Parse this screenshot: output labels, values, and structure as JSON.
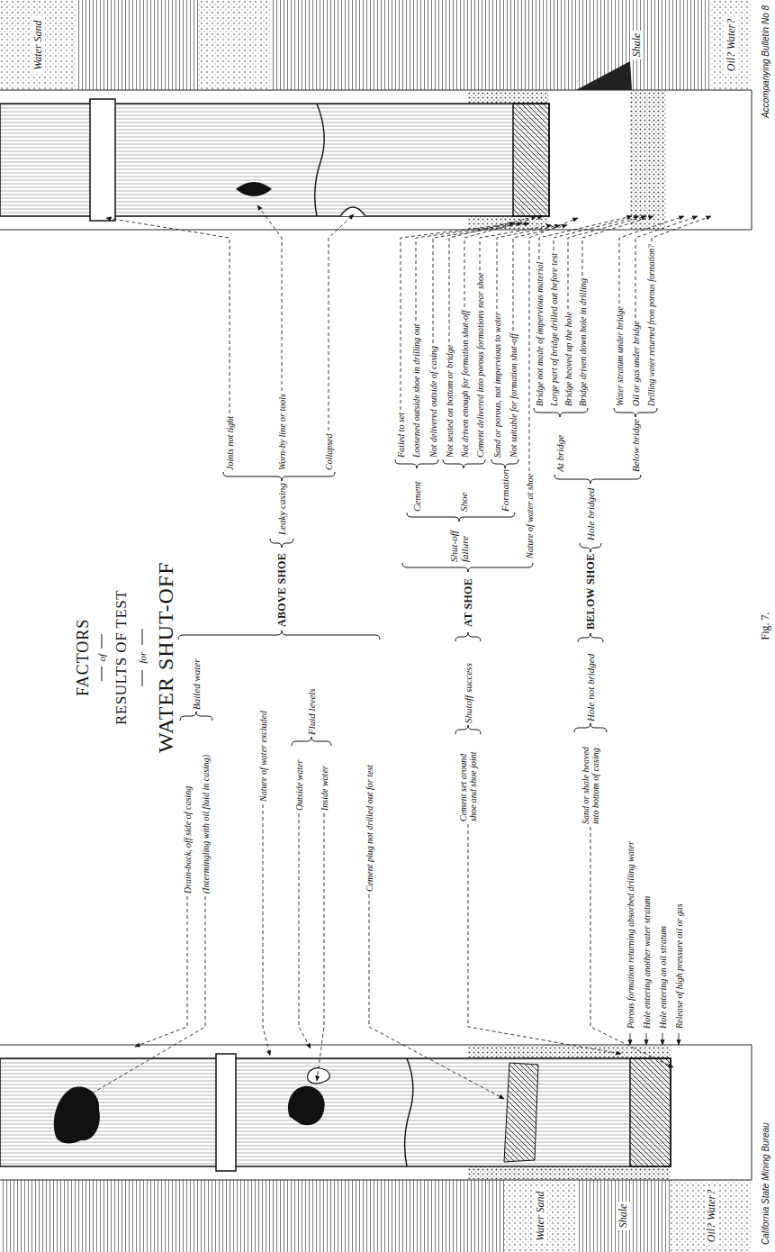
{
  "diagram": {
    "title": "FACTORS",
    "caption": "Fig. 7.",
    "nodes": [
      {
        "text": [
          "Water Sand"
        ]
      },
      {
        "text": [
          "Shale"
        ]
      },
      {
        "text": [
          "Oil? Water?"
        ]
      },
      {
        "text": [
          "Water Sand"
        ]
      },
      {
        "text": [
          "Shale"
        ]
      },
      {
        "text": [
          "Oil? Water?"
        ]
      }
    ],
    "labels": [
      "of",
      "RESULTS OF TEST",
      "for",
      "WATER SHUT-OFF",
      "Drain-back, off side of casing",
      "(Intermingling with oil fluid in casing)",
      "Bailed water",
      "Nature of water excluded",
      "Outside water",
      "Inside water",
      "Fluid levels",
      "Cement plug not drilled out for test",
      "ABOVE SHOE",
      "Leaky casing",
      "Joints not tight",
      "Worn-by line or tools",
      "Collapsed",
      "Cement set around shoe and shoe joint",
      "Shutoff success",
      "AT SHOE",
      "Shut-off failure",
      "Cement",
      "Shoe",
      "Formation",
      "Failed to set",
      "Loosened outside shoe in drilling out",
      "Not delivered outside of casing",
      "Not seated on bottom or bridge",
      "Not driven enough for formation shut-off",
      "Cement delivered into porous formations near shoe",
      "Sand or porous, not impervious to water",
      "Not suitable for formation shut-off",
      "Nature of water at shoe",
      "Sand or shale heaved into bottom of casing",
      "Hole not bridged",
      "BELOW SHOE",
      "Porous formation returning absorbed drilling water",
      "Hole entering another water stratum",
      "Hole entering an oil stratum",
      "Release of high pressure oil or gas",
      "Hole bridged",
      "At bridge",
      "Below bridge",
      "Bridge not made of impervious material",
      "Large part of bridge drilled out before test",
      "Bridge heaved up the hole",
      "Bridge driven down hole in drilling",
      "Water stratum under bridge",
      "Oil or gas under bridge",
      "Drilling water returned from porous formation?",
      "California State Mining Bureau",
      "Accompanying Bulletin No 8"
    ]
  }
}
